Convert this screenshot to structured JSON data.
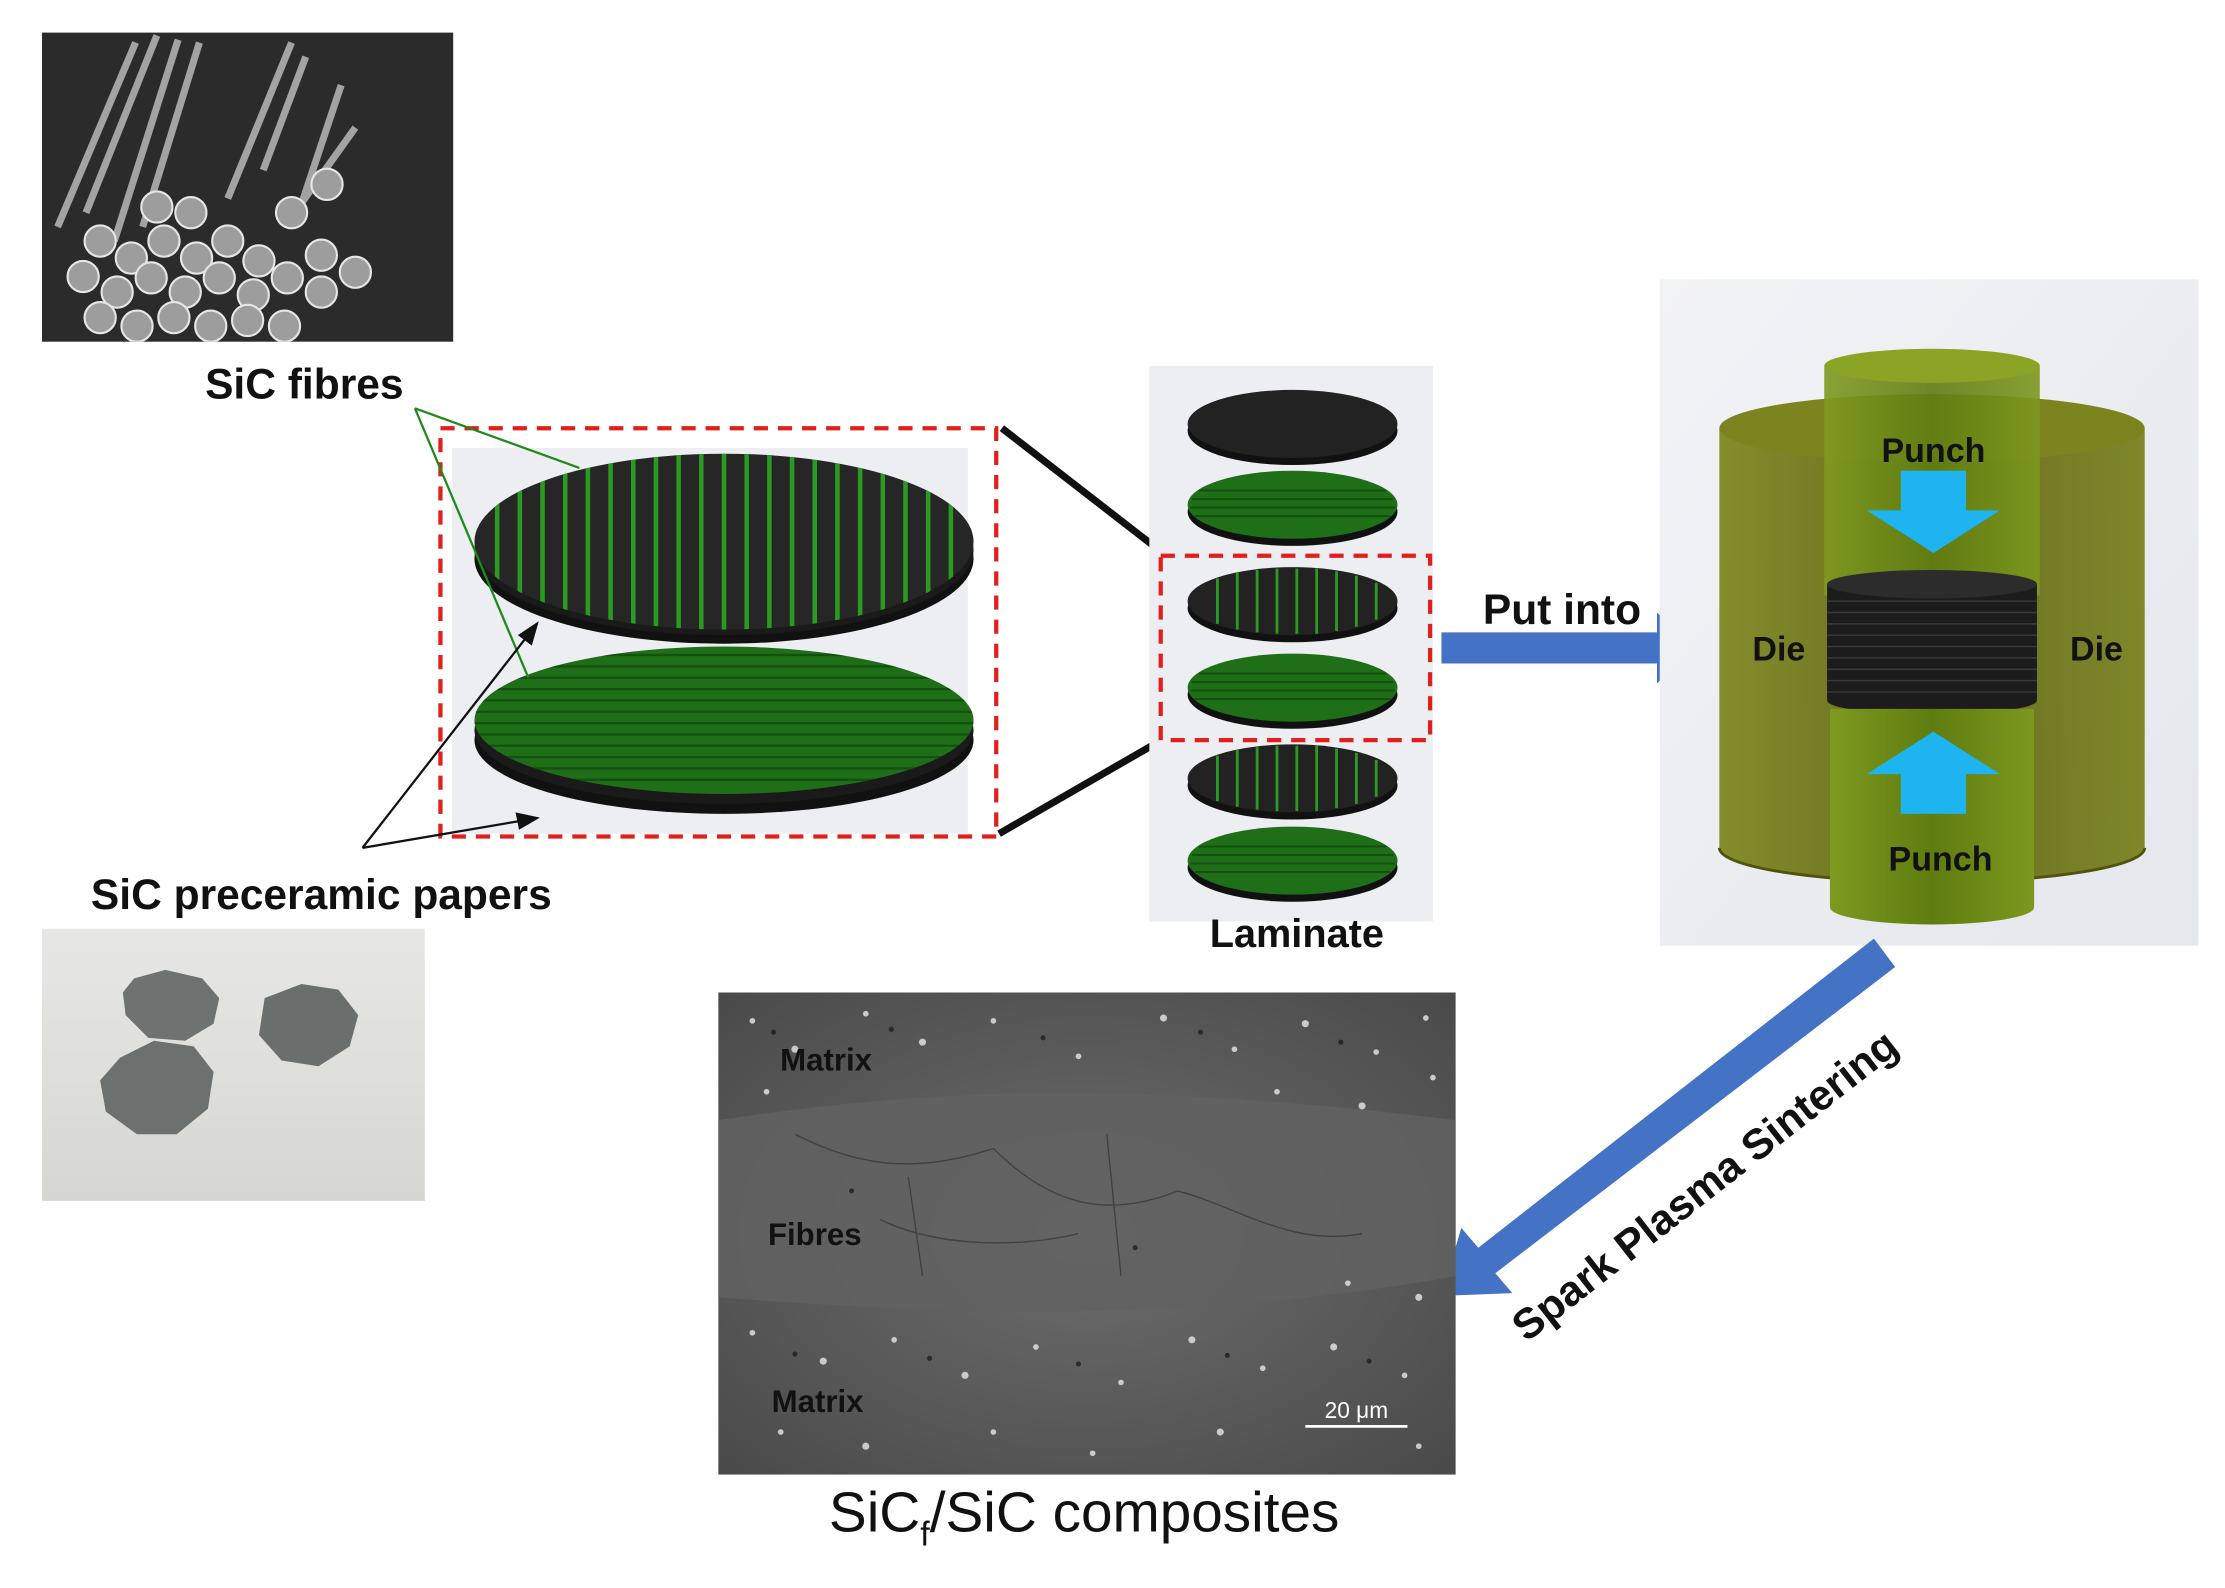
{
  "labels": {
    "sic_fibres": "SiC fibres",
    "preceramic_papers": "SiC preceramic papers",
    "laminate": "Laminate",
    "put_into": "Put into",
    "punch_top": "Punch",
    "punch_bottom": "Punch",
    "die_left": "Die",
    "die_right": "Die",
    "sps": "Spark Plasma Sintering",
    "matrix_top": "Matrix",
    "fibres": "Fibres",
    "matrix_bottom": "Matrix",
    "scale_bar": "20 μm",
    "composite_prefix": "SiC",
    "composite_subscript": "f",
    "composite_suffix": "/SiC composites"
  },
  "colors": {
    "fibre_green": "#1f7a1a",
    "disc_dark": "#1c1c1c",
    "selection_dashed": "#e0201c",
    "process_arrow": "#4472c4",
    "press_arrow": "#1eb4ef",
    "die_olive": "#6b7314",
    "punch_green": "#6f8e14"
  }
}
